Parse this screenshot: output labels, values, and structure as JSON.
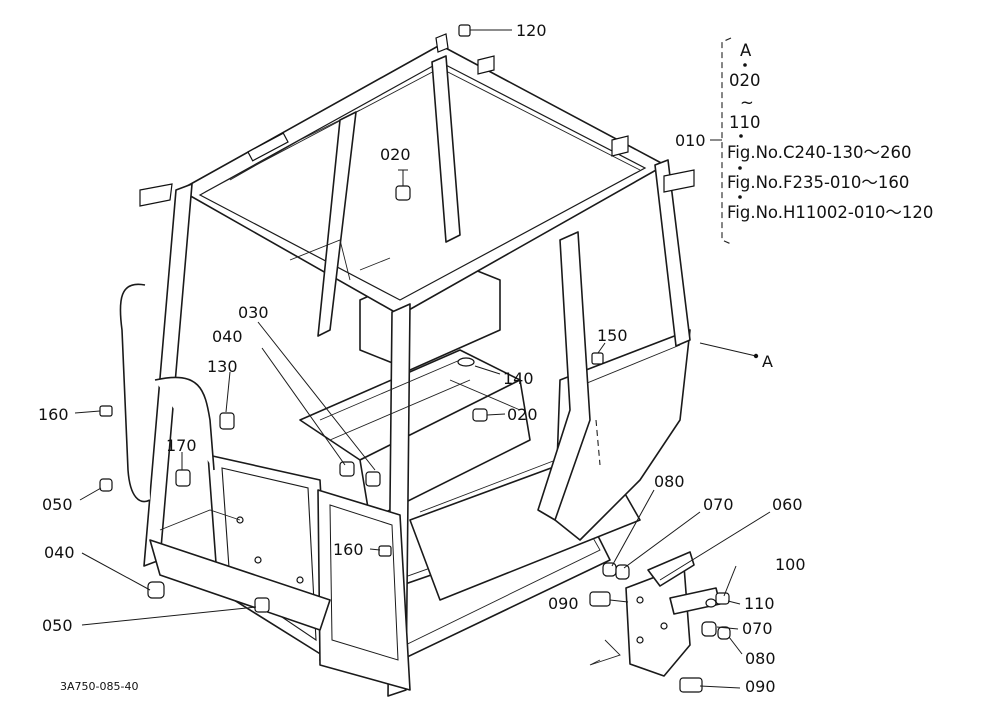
{
  "callouts": {
    "c120": "120",
    "c020a": "020",
    "c010": "010",
    "c030": "030",
    "c040a": "040",
    "c130": "130",
    "c150": "150",
    "c140": "140",
    "c020b": "020",
    "c160a": "160",
    "c170": "170",
    "c050a": "050",
    "c040b": "040",
    "c050b": "050",
    "c160b": "160",
    "c080a": "080",
    "c070a": "070",
    "c060": "060",
    "c100": "100",
    "c090a": "090",
    "c110": "110",
    "c070b": "070",
    "c080b": "080",
    "c090b": "090",
    "pointA": "A"
  },
  "reference_block": {
    "top": "A",
    "start": "020",
    "tilde": "~",
    "end": "110",
    "lines": [
      "Fig.No.C240-130～260",
      "Fig.No.F235-010～160",
      "Fig.No.H11002-010～120"
    ]
  },
  "drawing_code": "3A750-085-40"
}
